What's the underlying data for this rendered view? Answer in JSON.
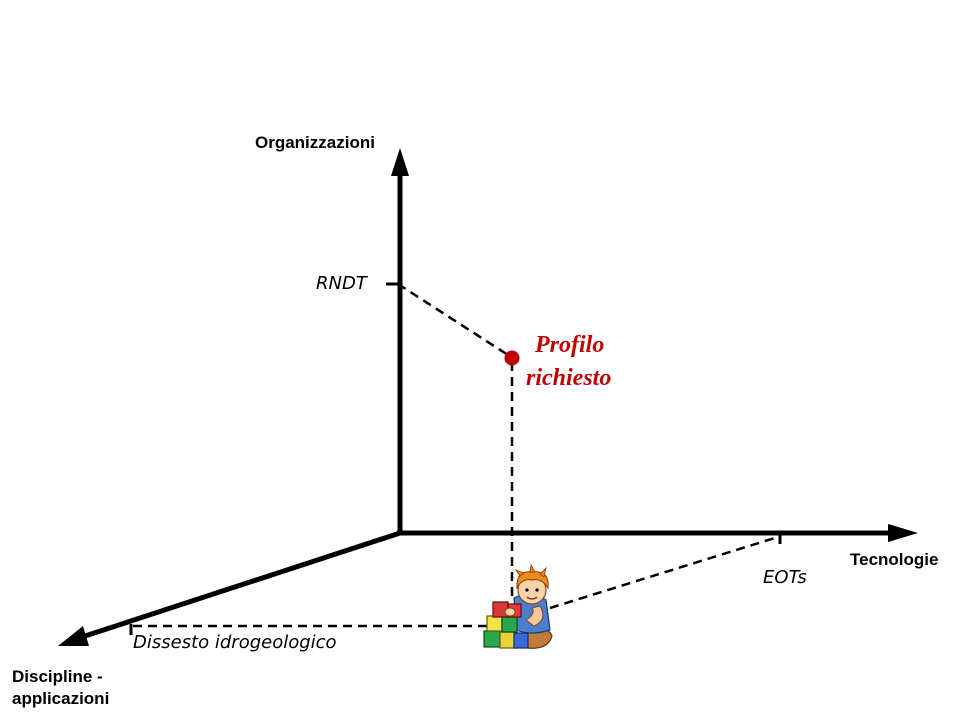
{
  "axes": {
    "vertical": {
      "label": "Organizzazioni"
    },
    "horizontal": {
      "label": "Tecnologie"
    },
    "diagonal": {
      "label_line1": "Discipline -",
      "label_line2": "applicazioni"
    }
  },
  "ticks": {
    "vertical": "RNDT",
    "horizontal": "EOTs",
    "diagonal": "Dissesto idrogeologico"
  },
  "point": {
    "label_line1": "Profilo",
    "label_line2": "richiesto"
  },
  "icons": {
    "child": "child-playing-with-blocks-icon"
  },
  "colors": {
    "axis": "#000000",
    "point": "#c00000",
    "point_label": "#c00000"
  }
}
